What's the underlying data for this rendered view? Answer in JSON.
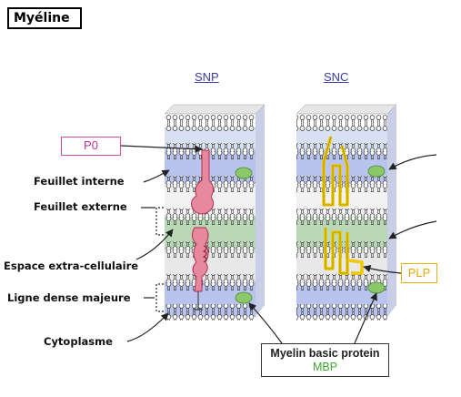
{
  "title": "Myéline",
  "headers": {
    "snp": "SNP",
    "snc": "SNC"
  },
  "labels": {
    "p0": "P0",
    "feuillet_interne": "Feuillet interne",
    "feuillet_externe": "Feuillet externe",
    "espace": "Espace extra-cellulaire",
    "ligne": "Ligne dense majeure",
    "cytoplasme": "Cytoplasme",
    "plp": "PLP",
    "mbp_line1": "Myelin basic protein",
    "mbp_line2": "MBP"
  },
  "colors": {
    "p0": "#d24aa8",
    "plp": "#e6b400",
    "mbp": "#3aa830",
    "cytoplasm": "#b9c4ee",
    "extracellular": "#b8d8b6",
    "lipid_head": "#ffffff"
  },
  "icons": [
    "p0-protein-icon",
    "plp-protein-icon",
    "mbp-protein-icon",
    "lipid-bilayer-icon"
  ]
}
